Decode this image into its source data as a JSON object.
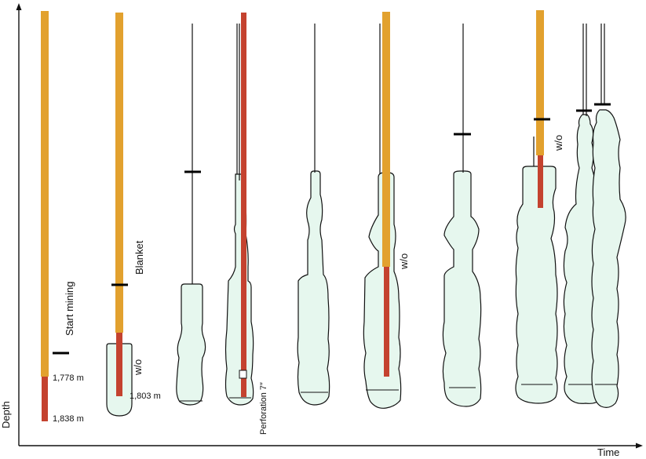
{
  "axes": {
    "x_label": "Time",
    "y_label": "Depth"
  },
  "labels": {
    "start_mining": "Start mining",
    "blanket": "Blanket",
    "wo_1": "w/o",
    "wo_2": "w/o",
    "wo_3": "w/o",
    "perforation": "Perforation 7″",
    "depth_1778": "1,778 m",
    "depth_1838": "1,838 m",
    "depth_1803": "1,803 m"
  },
  "colors": {
    "tubing": "#E2A12E",
    "liner": "#C4422F",
    "cavern_fill": "#E6F7EE",
    "outline": "#111111",
    "blanket_marker": "#000000"
  }
}
